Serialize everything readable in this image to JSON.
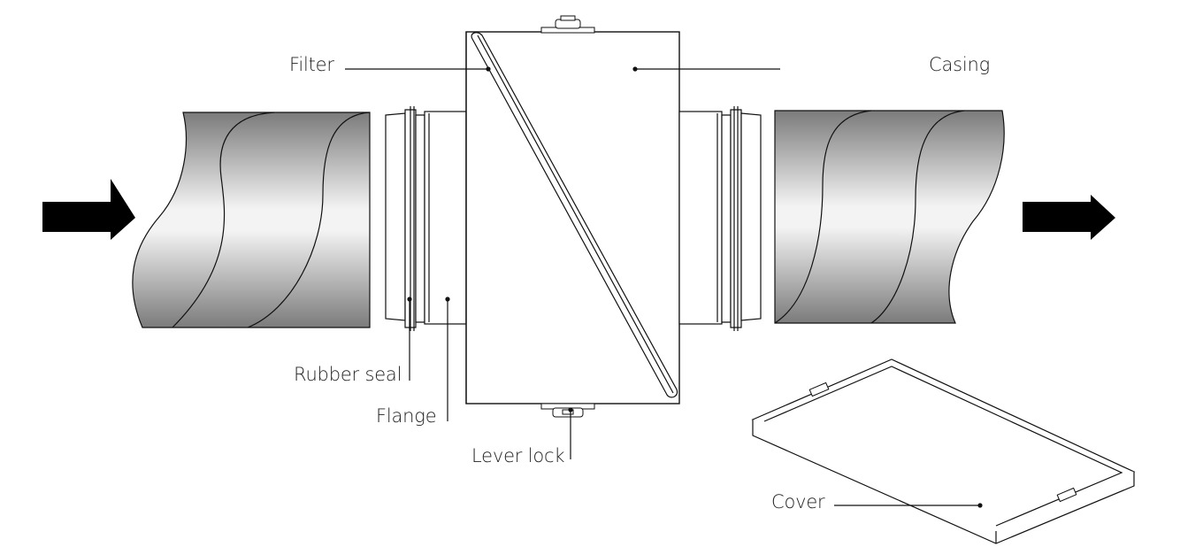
{
  "labels": {
    "filter": "Filter",
    "casing": "Casing",
    "rubber_seal": "Rubber seal",
    "flange": "Flange",
    "lever_lock": "Lever lock",
    "cover": "Cover"
  },
  "colors": {
    "duct_dark": "#7d7d7d",
    "duct_light": "#f4f4f4",
    "outline": "#111111",
    "arrow": "#000000"
  },
  "icons": {
    "inflow": "arrow-right-icon",
    "outflow": "arrow-right-icon"
  }
}
